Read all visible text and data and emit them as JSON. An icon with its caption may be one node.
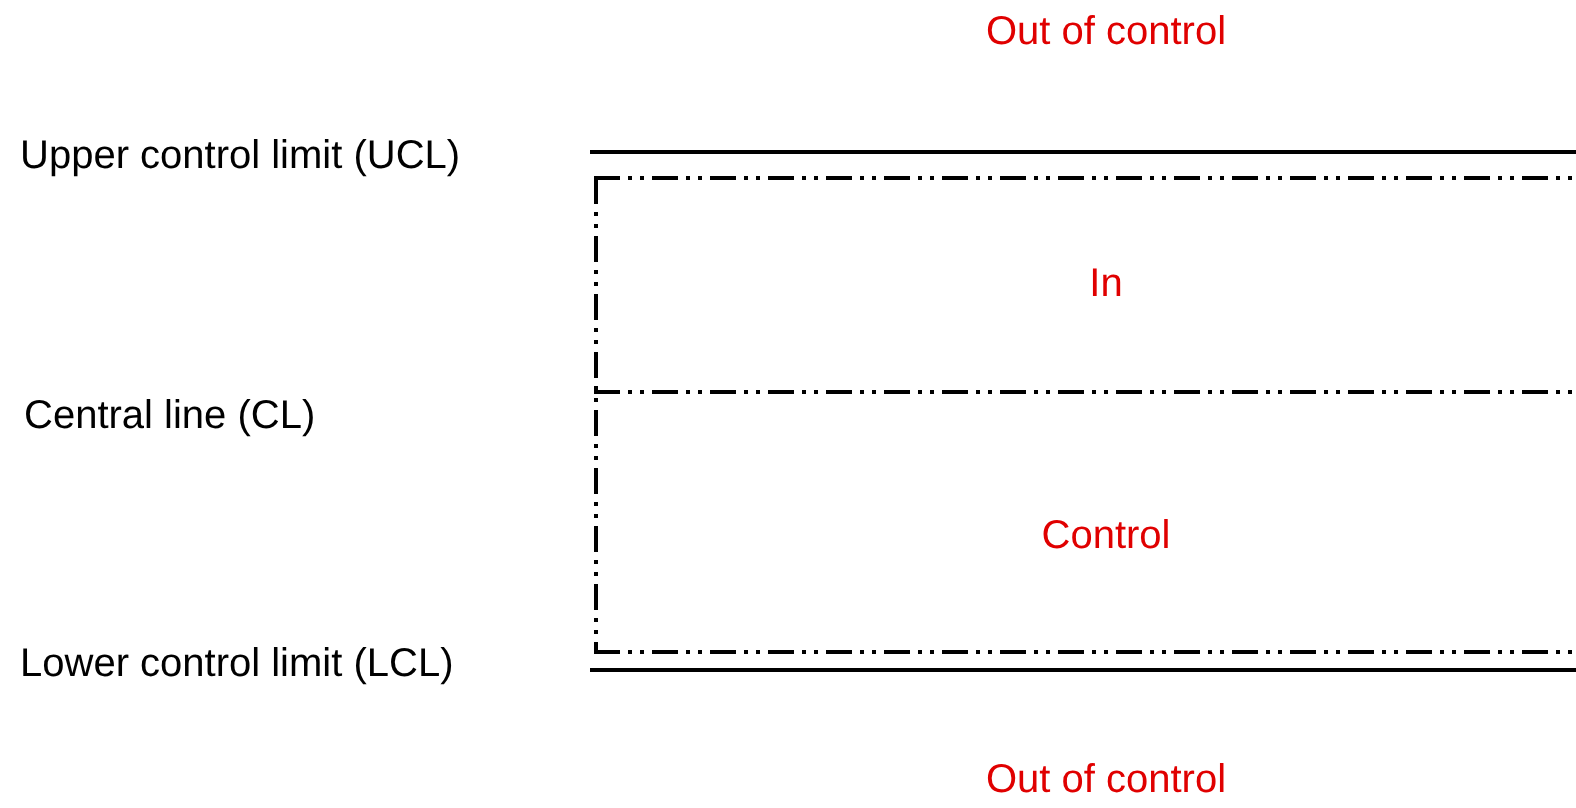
{
  "diagram": {
    "labels": [
      "Out of control",
      "Upper control limit (UCL)",
      "In",
      "Central line (CL)",
      "Control",
      "Lower control limit (LCL)",
      "Out of control"
    ]
  }
}
